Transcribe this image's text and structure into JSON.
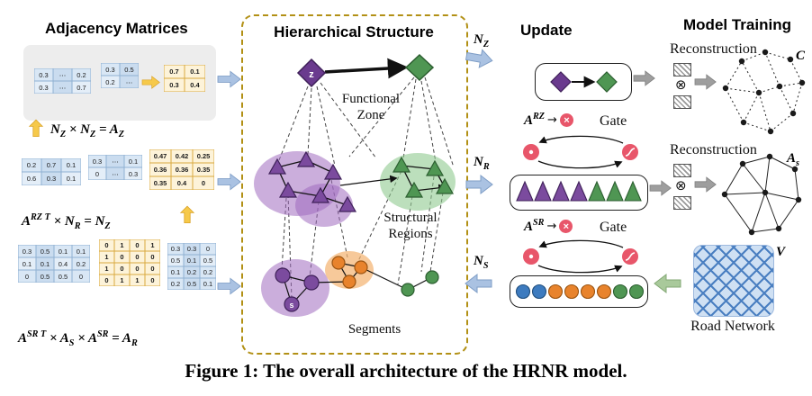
{
  "caption": "Figure 1: The overall architecture of the HRNR model.",
  "titles": {
    "adjacency": "Adjacency Matrices",
    "hierarchical": "Hierarchical Structure",
    "update": "Update",
    "training": "Model Training"
  },
  "icons": {
    "to_arrow": "→",
    "multiply": "×",
    "otimes": "⊗",
    "block_arrow_right": "➡",
    "block_arrow_left": "⬅",
    "block_arrow_up": "⬆"
  },
  "colors": {
    "purple": "#6a3a8e",
    "green": "#4f9653",
    "orange": "#e8832c",
    "node_blue": "#3d7bbf",
    "gate_red": "#e8566a",
    "arrow_blue": "#aac2e2",
    "arrow_yellow": "#f6c94a",
    "arrow_gray": "#9e9e9e",
    "arrow_green": "#a9c99b",
    "dashed_border": "#b29015",
    "road_fill": "#cfe0f3",
    "road_line": "#4a7fc1"
  },
  "matrices": {
    "g1_m1": [
      [
        "0.3",
        "⋯",
        "0.2"
      ],
      [
        "0.3",
        "⋯",
        "0.7"
      ]
    ],
    "g1_m2": [
      [
        "0.3",
        "0.5"
      ],
      [
        "0.2",
        "⋯"
      ]
    ],
    "g1_m3": [
      [
        "0.7",
        "0.1"
      ],
      [
        "0.3",
        "0.4"
      ]
    ],
    "g2_m1": [
      [
        "0.2",
        "0.7",
        "0.1"
      ],
      [
        "0.6",
        "0.3",
        "0.1"
      ]
    ],
    "g2_m2": [
      [
        "0.3",
        "⋯",
        "0.1"
      ],
      [
        "0",
        "⋯",
        "0.3"
      ]
    ],
    "g2_m3": [
      [
        "0.47",
        "0.42",
        "0.25"
      ],
      [
        "0.36",
        "0.36",
        "0.35"
      ],
      [
        "0.35",
        "0.4",
        "0"
      ]
    ],
    "g3_m1": [
      [
        "0.3",
        "0.5",
        "0.1",
        "0.1"
      ],
      [
        "0.1",
        "0.1",
        "0.4",
        "0.2"
      ],
      [
        "0",
        "0.5",
        "0.5",
        "0"
      ]
    ],
    "g3_m2": [
      [
        "0",
        "1",
        "0",
        "1"
      ],
      [
        "1",
        "0",
        "0",
        "0"
      ],
      [
        "1",
        "0",
        "0",
        "0"
      ],
      [
        "0",
        "1",
        "1",
        "0"
      ]
    ],
    "g3_m3": [
      [
        "0.3",
        "0.3",
        "0"
      ],
      [
        "0.5",
        "0.1",
        "0.5"
      ],
      [
        "0.1",
        "0.2",
        "0.2"
      ],
      [
        "0.2",
        "0.5",
        "0.1"
      ]
    ]
  },
  "equations": {
    "eq_az": [
      {
        "t": "N"
      },
      {
        "t": "Z",
        "s": "sub"
      },
      {
        "t": " × "
      },
      {
        "t": "N"
      },
      {
        "t": "Z",
        "s": "sub"
      },
      {
        "t": " = "
      },
      {
        "t": "A"
      },
      {
        "t": "Z",
        "s": "sub"
      }
    ],
    "eq_nz": [
      {
        "t": "A"
      },
      {
        "t": "RZ T",
        "s": "sup"
      },
      {
        "t": " × "
      },
      {
        "t": "N"
      },
      {
        "t": "R",
        "s": "sub"
      },
      {
        "t": " = "
      },
      {
        "t": "N"
      },
      {
        "t": "Z",
        "s": "sub"
      }
    ],
    "eq_ar": [
      {
        "t": "A"
      },
      {
        "t": "SR T",
        "s": "sup"
      },
      {
        "t": " × "
      },
      {
        "t": "A"
      },
      {
        "t": "S",
        "s": "sub"
      },
      {
        "t": " × "
      },
      {
        "t": "A"
      },
      {
        "t": "SR",
        "s": "sup"
      },
      {
        "t": " = "
      },
      {
        "t": "A"
      },
      {
        "t": "R",
        "s": "sub"
      }
    ]
  },
  "hier": {
    "z": "z",
    "s": "s",
    "functional1": "Functional",
    "functional2": "Zone",
    "structural1": "Structural",
    "structural2": "Regions",
    "segments": "Segments"
  },
  "update": {
    "nz": [
      {
        "t": "N"
      },
      {
        "t": "Z",
        "s": "sub"
      }
    ],
    "nr": [
      {
        "t": "N"
      },
      {
        "t": "R",
        "s": "sub"
      }
    ],
    "ns": [
      {
        "t": "N"
      },
      {
        "t": "S",
        "s": "sub"
      }
    ],
    "arz": [
      {
        "t": "A"
      },
      {
        "t": "RZ",
        "s": "sup"
      }
    ],
    "asr": [
      {
        "t": "A"
      },
      {
        "t": "SR",
        "s": "sup"
      }
    ],
    "gate1": "Gate",
    "gate2": "Gate",
    "v": "V",
    "road_network": "Road Network"
  },
  "training": {
    "recon1": "Reconstruction",
    "recon2": "Reconstruction",
    "c": "C",
    "as": [
      {
        "t": "A"
      },
      {
        "t": "s",
        "s": "sub"
      }
    ]
  }
}
